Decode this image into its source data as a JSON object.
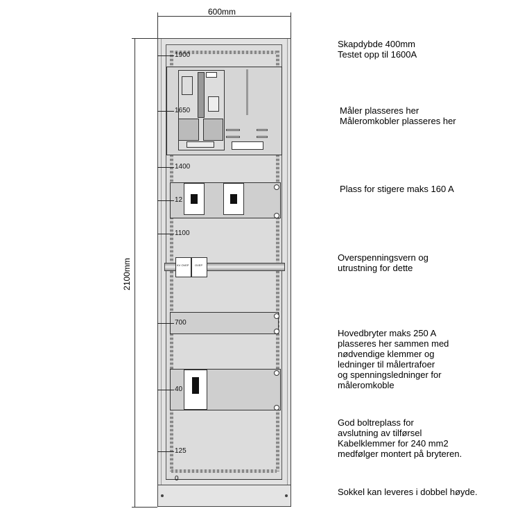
{
  "dimensions": {
    "width": "600mm",
    "height": "2100mm"
  },
  "height_marks": [
    "1900",
    "1650",
    "1400",
    "12",
    "1100",
    "700",
    "40",
    "125",
    "0"
  ],
  "ovp": {
    "left": "KV OVEP",
    "right": "OVEP"
  },
  "notes": [
    {
      "lines": [
        "Skapdybde 400mm",
        "Testet opp til 1600A"
      ]
    },
    {
      "lines": [
        "Måler plasseres her",
        "Måleromkobler plasseres her"
      ]
    },
    {
      "lines": [
        "Plass for stigere maks 160 A"
      ]
    },
    {
      "lines": [
        "Overspenningsvern og",
        "utrustning for dette"
      ]
    },
    {
      "lines": [
        "Hovedbryter maks 250 A",
        "plasseres her sammen med",
        "nødvendige klemmer og",
        "ledninger til målertrafoer",
        "og spenningsledninger for",
        "måleromkoble"
      ]
    },
    {
      "lines": [
        "God boltreplass for",
        "avslutning av tilførsel",
        "Kabelklemmer for 240 mm2",
        "medfølger montert på bryteren."
      ]
    },
    {
      "lines": [
        "Sokkel kan leveres i dobbel høyde."
      ]
    }
  ]
}
